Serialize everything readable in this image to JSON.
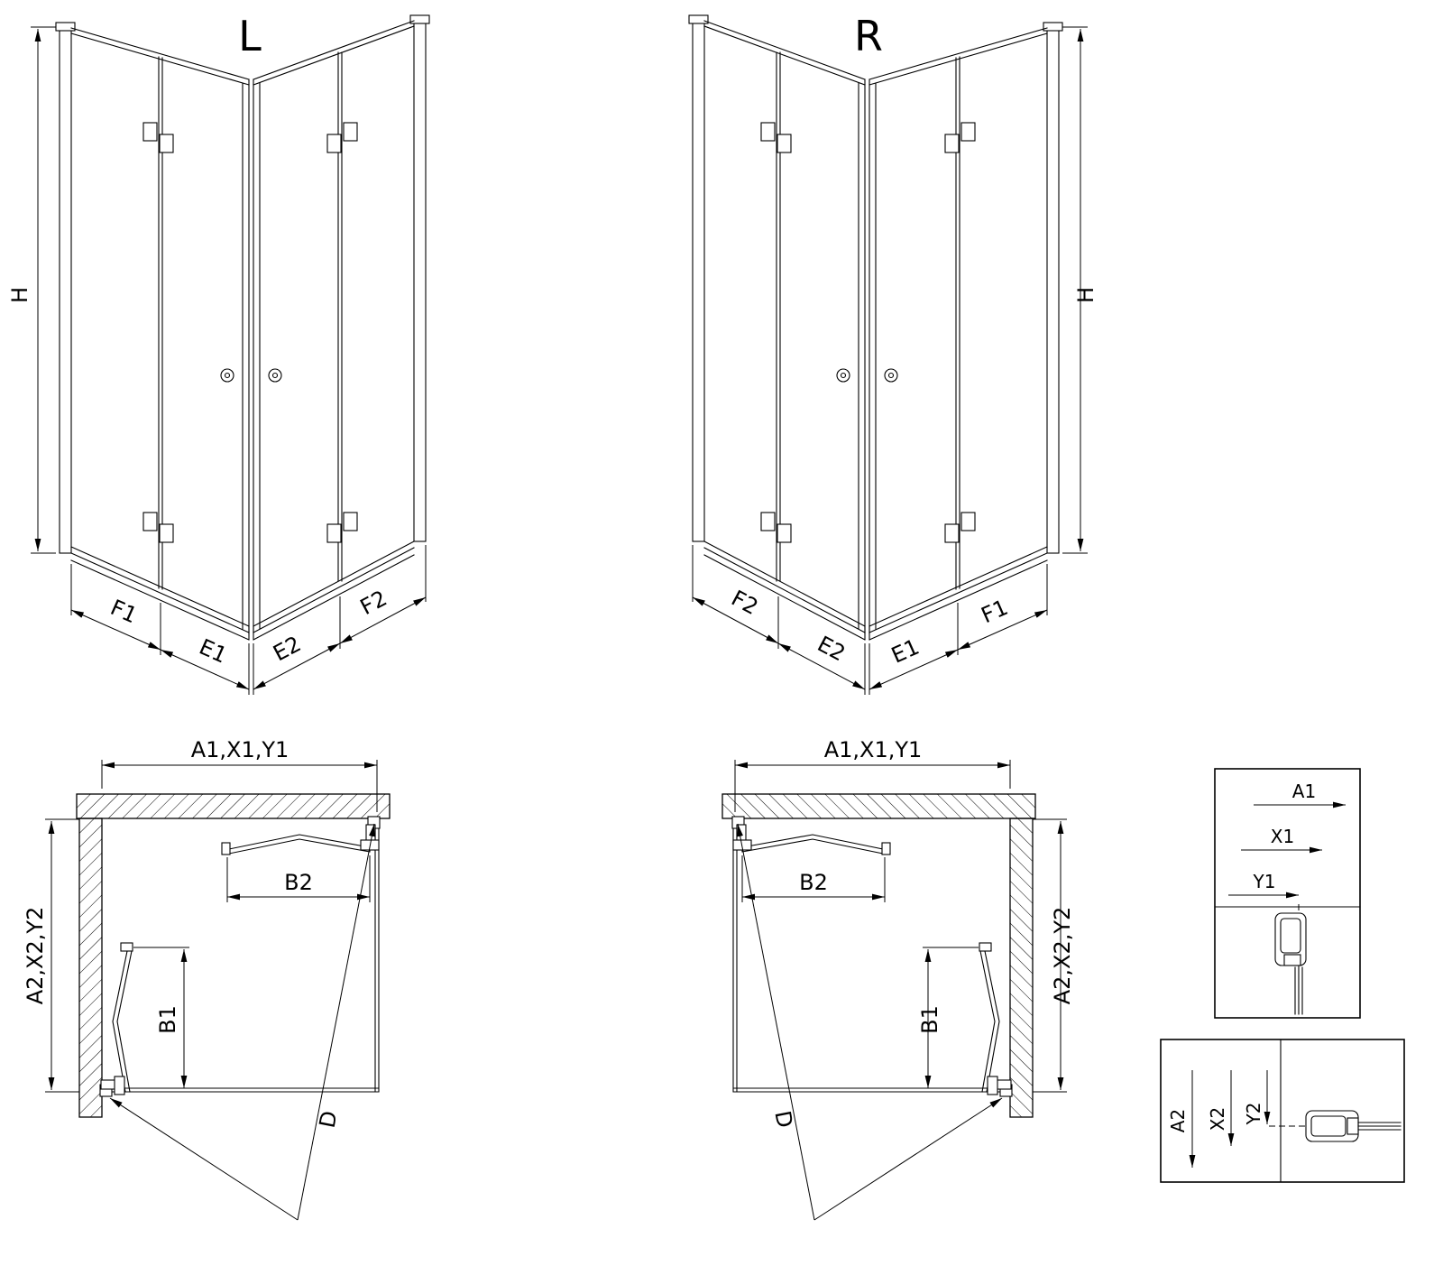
{
  "background": "#ffffff",
  "line_color": "#000000",
  "views": {
    "perspective_left": {
      "title": "L",
      "height_dim": "H",
      "bottom_left_dims": {
        "outer": "F1",
        "inner": "E1"
      },
      "bottom_right_dims": {
        "inner": "E2",
        "outer": "F2"
      }
    },
    "perspective_right": {
      "title": "R",
      "height_dim": "H",
      "bottom_left_dims": {
        "outer": "F2",
        "inner": "E2"
      },
      "bottom_right_dims": {
        "inner": "E1",
        "outer": "F1"
      }
    },
    "plan_left": {
      "width_dim": "A1,X1,Y1",
      "depth_dim": "A2,X2,Y2",
      "door_top_dim": "B2",
      "door_side_dim": "B1",
      "diagonal_dim": "D"
    },
    "plan_right": {
      "width_dim": "A1,X1,Y1",
      "depth_dim": "A2,X2,Y2",
      "door_top_dim": "B2",
      "door_side_dim": "B1",
      "diagonal_dim": "D"
    },
    "detail_top": {
      "dim1": "A1",
      "dim2": "X1",
      "dim3": "Y1"
    },
    "detail_bottom": {
      "dim1": "A2",
      "dim2": "X2",
      "dim3": "Y2"
    }
  }
}
